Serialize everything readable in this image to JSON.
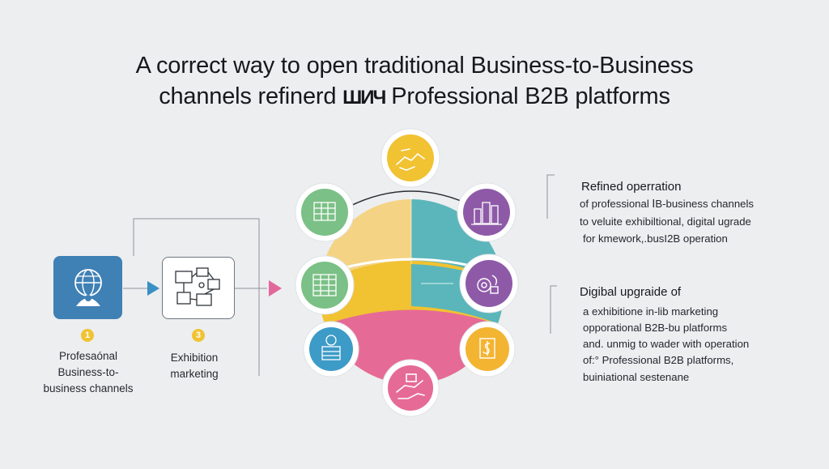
{
  "title": {
    "line1": "A correct way to open traditional Business-to-Business",
    "line2_a": "channels refinerd",
    "line2_glyph": "ШИЧ",
    "line2_b": "Professional B2B platforms"
  },
  "left": {
    "step1": {
      "number": "1",
      "label_lines": [
        "Profesaónal",
        "Business-to-",
        "business channels"
      ]
    },
    "step2": {
      "number": "3",
      "label_lines": [
        "Exhibition",
        "marketing"
      ]
    }
  },
  "right": {
    "block1": {
      "heading": "Refined operration",
      "lines": [
        "of professional ⅠB-business channels",
        "to veluite exhibiltional, digital ugrade",
        "for kmework,.busI2B operation"
      ]
    },
    "block2": {
      "heading": "Digibal upgraide of",
      "lines": [
        "a exhibitione in-lib marketing",
        "opporational B2B-bu platforms",
        "and. unmig to wader with operation",
        "of:° Professional B2B platforms,",
        "buiniational sestenane"
      ]
    }
  },
  "colors": {
    "background": "#eceef0",
    "yellow": "#f4d484",
    "teal": "#5ab6ba",
    "gold": "#f1c232",
    "pink": "#e66a96",
    "green": "#7bc086",
    "purple": "#8e5aa8",
    "blue": "#3d9bc7",
    "orange": "#f3b432",
    "box_blue": "#3f80b5",
    "arrow_blue": "#3a8fc4",
    "arrow_pink": "#e2689a"
  },
  "icons": {
    "top": "handshake-icon",
    "top_left": "grid-chart-icon",
    "top_right": "buildings-icon",
    "mid_left": "spreadsheet-icon",
    "mid_right": "gear-dollar-icon",
    "bot_left": "coin-device-icon",
    "bot_right": "document-dollar-icon",
    "bottom": "hand-coin-icon",
    "box1": "globe-person-icon",
    "box2": "workflow-icon"
  }
}
